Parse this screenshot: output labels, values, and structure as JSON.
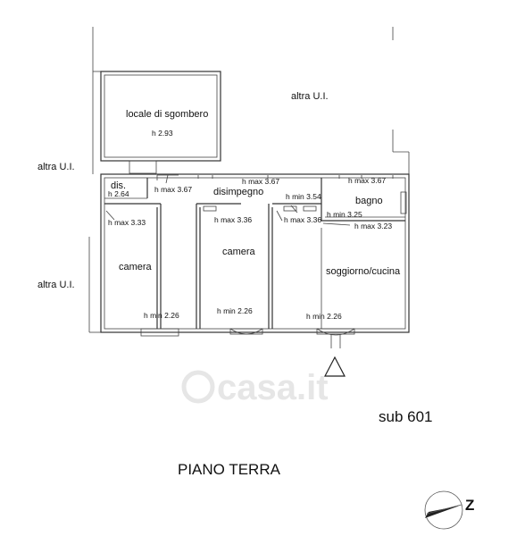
{
  "plan": {
    "rooms": {
      "sgombero_name": "locale di sgombero",
      "sgombero_h": "h 2.93",
      "dis_name": "dis.",
      "dis_h": "h 2.64",
      "disimpegno_name": "disimpegno",
      "bagno_name": "bagno",
      "camera1_name": "camera",
      "camera2_name": "camera",
      "soggiorno_name": "soggiorno/cucina"
    },
    "heights": {
      "hmax_dis": "h max 3.67",
      "hmax_dis_top": "h max 3.67",
      "hmax_bagno": "h max 3.67",
      "hmin_354": "h min 3.54",
      "hmin_325": "h min 3.25",
      "hmax_323": "h max 3.23",
      "hmax_333": "h max 3.33",
      "hmax_336_a": "h max 3.36",
      "hmax_336_b": "h max 3.36",
      "hmin_226_a": "h min 2.26",
      "hmin_226_b": "h min 2.26",
      "hmin_226_c": "h min 2.26"
    },
    "neighbors": {
      "top": "altra U.I.",
      "left_upper": "altra U.I.",
      "left_lower": "altra U.I."
    },
    "sub_label": "sub 601",
    "floor_label": "PIANO TERRA",
    "watermark": "casa.it"
  },
  "icons": {
    "entrance": "entrance-arrow-icon",
    "compass": "north-compass-icon"
  }
}
